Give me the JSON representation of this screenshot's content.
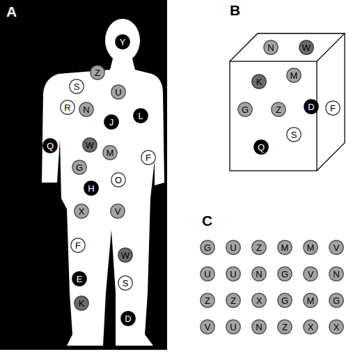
{
  "diagram": {
    "nodes": [
      {
        "text": [
          "Y"
        ]
      },
      {
        "text": [
          "Z"
        ]
      },
      {
        "text": [
          "S"
        ]
      },
      {
        "text": [
          "U"
        ]
      },
      {
        "text": [
          "R"
        ]
      },
      {
        "text": [
          "N"
        ]
      },
      {
        "text": [
          "J"
        ]
      },
      {
        "text": [
          "L"
        ]
      },
      {
        "text": [
          "Q"
        ]
      },
      {
        "text": [
          "W"
        ]
      },
      {
        "text": [
          "M"
        ]
      },
      {
        "text": [
          "F"
        ]
      },
      {
        "text": [
          "G"
        ]
      },
      {
        "text": [
          "O"
        ]
      },
      {
        "text": [
          "H"
        ]
      },
      {
        "text": [
          "X"
        ]
      },
      {
        "text": [
          "V"
        ]
      },
      {
        "text": [
          "F"
        ]
      },
      {
        "text": [
          "W"
        ]
      },
      {
        "text": [
          "E"
        ]
      },
      {
        "text": [
          "S"
        ]
      },
      {
        "text": [
          "K"
        ]
      },
      {
        "text": [
          "D"
        ]
      },
      {
        "text": [
          "N"
        ]
      },
      {
        "text": [
          "W"
        ]
      },
      {
        "text": [
          "K"
        ]
      },
      {
        "text": [
          "M"
        ]
      },
      {
        "text": [
          "G"
        ]
      },
      {
        "text": [
          "Z"
        ]
      },
      {
        "text": [
          "D"
        ]
      },
      {
        "text": [
          "F"
        ]
      },
      {
        "text": [
          "S"
        ]
      },
      {
        "text": [
          "Q"
        ]
      },
      {
        "text": [
          "G"
        ]
      },
      {
        "text": [
          "U"
        ]
      },
      {
        "text": [
          "Z"
        ]
      },
      {
        "text": [
          "M"
        ]
      },
      {
        "text": [
          "M"
        ]
      },
      {
        "text": [
          "V"
        ]
      },
      {
        "text": [
          "U"
        ]
      },
      {
        "text": [
          "U"
        ]
      },
      {
        "text": [
          "N"
        ]
      },
      {
        "text": [
          "G"
        ]
      },
      {
        "text": [
          "V"
        ]
      },
      {
        "text": [
          "N"
        ]
      },
      {
        "text": [
          "Z"
        ]
      },
      {
        "text": [
          "Z"
        ]
      },
      {
        "text": [
          "X"
        ]
      },
      {
        "text": [
          "G"
        ]
      },
      {
        "text": [
          "M"
        ]
      },
      {
        "text": [
          "G"
        ]
      },
      {
        "text": [
          "V"
        ]
      },
      {
        "text": [
          "U"
        ]
      },
      {
        "text": [
          "N"
        ]
      },
      {
        "text": [
          "Z"
        ]
      },
      {
        "text": [
          "X"
        ]
      },
      {
        "text": [
          "X"
        ]
      }
    ],
    "labels": [
      "A",
      "B",
      "C"
    ]
  }
}
